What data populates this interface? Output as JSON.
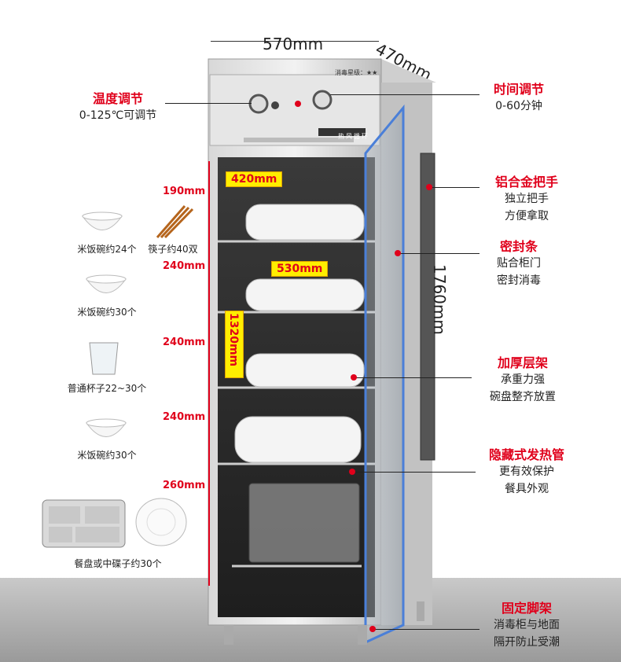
{
  "dimensions": {
    "width": "570mm",
    "depth": "470mm",
    "height": "1760mm",
    "inner_width_top": "420mm",
    "inner_width": "530mm",
    "inner_height": "1320mm",
    "shelf_gaps": [
      "190mm",
      "240mm",
      "240mm",
      "240mm",
      "260mm"
    ]
  },
  "panel_text": {
    "brand_label": "消毒星级：★★",
    "strip_text": "热风循环"
  },
  "callouts_left": {
    "temp_title": "温度调节",
    "temp_sub": "0-125℃可调节"
  },
  "callouts_right": [
    {
      "title": "时间调节",
      "lines": [
        "0-60分钟"
      ]
    },
    {
      "title": "铝合金把手",
      "lines": [
        "独立把手",
        "方便拿取"
      ]
    },
    {
      "title": "密封条",
      "lines": [
        "贴合柜门",
        "密封消毒"
      ]
    },
    {
      "title": "加厚层架",
      "lines": [
        "承重力强",
        "碗盘整齐放置"
      ]
    },
    {
      "title": "隐藏式发热管",
      "lines": [
        "更有效保护",
        "餐具外观"
      ]
    },
    {
      "title": "固定脚架",
      "lines": [
        "消毒柜与地面",
        "隔开防止受潮"
      ]
    }
  ],
  "capacity": [
    {
      "label": "米饭碗约24个",
      "icon": "bowl-icon"
    },
    {
      "label": "筷子约40双",
      "icon": "chopsticks-icon"
    },
    {
      "label": "米饭碗约30个",
      "icon": "bowl-icon"
    },
    {
      "label": "普通杯子22~30个",
      "icon": "cup-icon"
    },
    {
      "label": "米饭碗约30个",
      "icon": "bowl-icon"
    },
    {
      "label": "餐盘或中碟子约30个",
      "icon": "tray-plate-icon"
    }
  ],
  "colors": {
    "accent_red": "#e0001b",
    "tag_yellow": "#ffee00",
    "door_blue": "#4a7fd8"
  }
}
